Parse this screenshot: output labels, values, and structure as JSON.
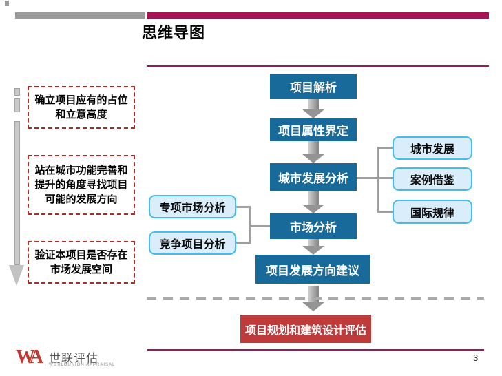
{
  "header": {
    "title": "思维导图"
  },
  "left_panel": {
    "notes": [
      {
        "text": "确立项目应有的占位\n和立意高度"
      },
      {
        "text": "站在城市功能完善和\n提升的角度寻找项目\n可能的发展方向"
      },
      {
        "text": "验证本项目是否存在\n市场发展空间"
      }
    ]
  },
  "flowchart": {
    "main_steps": [
      {
        "label": "项目解析"
      },
      {
        "label": "项目属性界定"
      },
      {
        "label": "城市发展分析"
      },
      {
        "label": "市场分析"
      },
      {
        "label": "项目发展方向建议"
      }
    ],
    "right_branches": [
      {
        "label": "城市发展"
      },
      {
        "label": "案例借鉴"
      },
      {
        "label": "国际规律"
      }
    ],
    "left_branches": [
      {
        "label": "专项市场分析"
      },
      {
        "label": "竞争项目分析"
      }
    ],
    "final_step": {
      "label": "项目规划和建筑设计评估"
    }
  },
  "footer": {
    "logo_monogram": "WA",
    "logo_cn": "世联评估",
    "logo_en": "WORLDUNION APPRAISAL",
    "page_number": "3"
  },
  "colors": {
    "accent_crimson": "#A81452",
    "primary_blue": "#186A9B",
    "light_blue_fill": "#DAEDFB",
    "light_blue_border": "#41BEEE",
    "dashed_note_red": "#AE2B23",
    "final_red": "#BE3B3B",
    "gray": "#9A9A9A"
  }
}
